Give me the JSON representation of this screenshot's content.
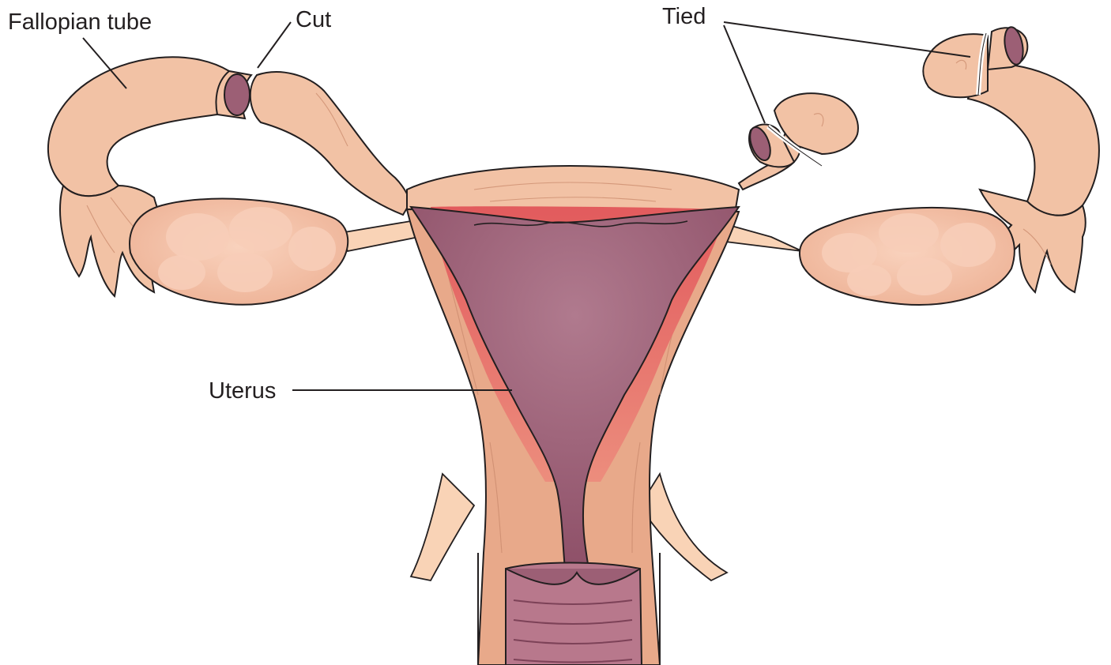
{
  "labels": {
    "fallopian_tube": "Fallopian tube",
    "cut": "Cut",
    "tied": "Tied",
    "uterus": "Uterus"
  },
  "colors": {
    "background": "#ffffff",
    "tissue": "#f2c2a5",
    "tissue_shadow": "#e9ab8c",
    "ovary": "#f4c4aa",
    "ligament": "#f9d3b6",
    "myometrium": "#e8a98a",
    "endometrium_red": "#e46a6a",
    "cavity": "#9c5f75",
    "cervical_canal": "#b8788c",
    "ink": "#231f20",
    "ring": "#ffffff"
  }
}
